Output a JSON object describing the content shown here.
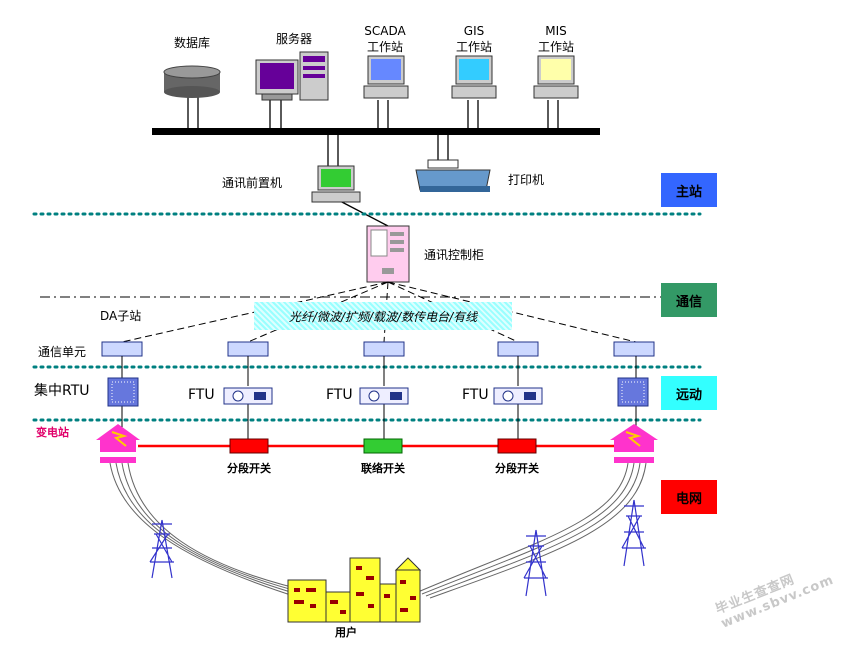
{
  "top_devices": {
    "database": "数据库",
    "server": "服务器",
    "scada_line1": "SCADA",
    "scada_line2": "工作站",
    "gis_line1": "GIS",
    "gis_line2": "工作站",
    "mis_line1": "MIS",
    "mis_line2": "工作站"
  },
  "station": {
    "front_end": "通讯前置机",
    "printer": "打印机",
    "comm_cabinet": "通讯控制柜"
  },
  "layer_tags": [
    {
      "label": "主站",
      "color": "#3366ff",
      "text_color": "#000000"
    },
    {
      "label": "通信",
      "color": "#339966",
      "text_color": "#000000"
    },
    {
      "label": "远动",
      "color": "#33ffff",
      "text_color": "#000000"
    },
    {
      "label": "电网",
      "color": "#ff0000",
      "text_color": "#000000"
    }
  ],
  "comm": {
    "da_substation": "DA子站",
    "channel_band": "光纤/微波/扩频/载波/数传电台/有线",
    "comm_unit": "通信单元",
    "central_rtu": "集中RTU",
    "ftu": "FTU",
    "substation": "变电站"
  },
  "switches": {
    "sectional_left": "分段开关",
    "tie": "联络开关",
    "sectional_right": "分段开关",
    "sectional_color": "#ff0000",
    "tie_color": "#33cc33"
  },
  "users": "用户",
  "watermark": "毕业生查查网 www.sbvv.com",
  "colors": {
    "bus": "#000000",
    "power_line": "#ff0000",
    "substation": "#ff33cc",
    "dotted": "#008080",
    "tower": "#3333cc",
    "building": "#ffff33"
  }
}
